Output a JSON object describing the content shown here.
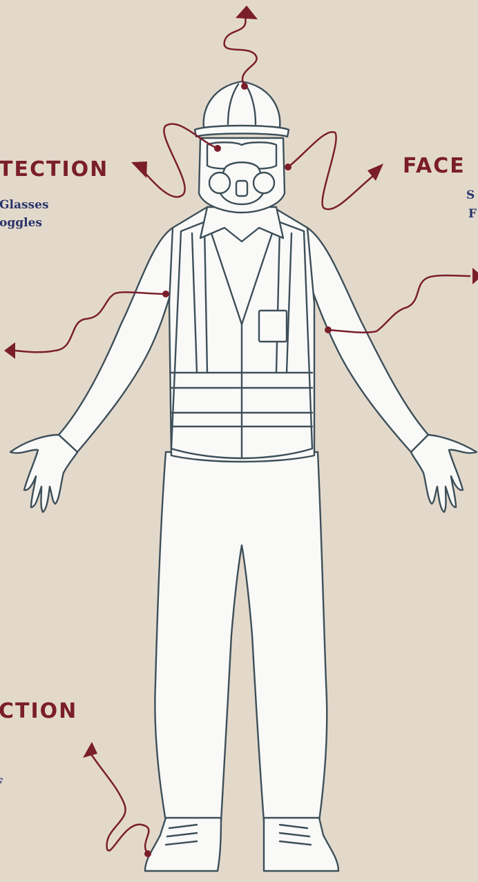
{
  "colors": {
    "background": "#e3d9cb",
    "accent": "#7a1e2a",
    "subtext": "#27336b",
    "outline": "#3d4f59",
    "fill": "#f9f9f8"
  },
  "labels": {
    "eye": {
      "heading": "TECTION",
      "items": [
        "Glasses",
        "oggles"
      ]
    },
    "face": {
      "heading": "FACE",
      "items": [
        "S",
        "F"
      ]
    },
    "foot": {
      "heading": "CTION",
      "items": [
        "F"
      ]
    }
  },
  "icons": [
    "arrow-icon",
    "worker-figure",
    "hard-hat-icon",
    "respirator-icon"
  ]
}
